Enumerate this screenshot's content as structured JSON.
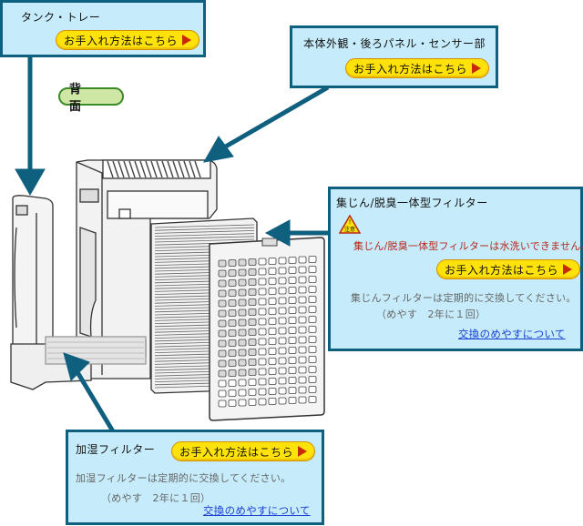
{
  "view_label": "背　面",
  "common": {
    "care_button_label": "お手入れ方法はこちら"
  },
  "panels": {
    "tank": {
      "title": "タンク・トレー",
      "button_label": "お手入れ方法はこちら"
    },
    "body": {
      "title": "本体外観・後ろパネル・センサー部",
      "button_label": "お手入れ方法はこちら"
    },
    "dust_filter": {
      "title": "集じん/脱臭一体型フィルター",
      "caution_icon_text": "注意",
      "warning": "集じん/脱臭一体型フィルターは水洗いできません。",
      "button_label": "お手入れ方法はこちら",
      "note": "集じんフィルターは定期的に交換してください。",
      "interval": "（めやす　2年に１回）",
      "link": "交換のめやすについて"
    },
    "humidify_filter": {
      "title": "加湿フィルター",
      "button_label": "お手入れ方法はこちら",
      "note": "加湿フィルターは定期的に交換してください。",
      "interval": "（めやす　2年に１回）",
      "link": "交換のめやすについて"
    }
  },
  "colors": {
    "panel_bg": "#c6ecfb",
    "panel_border": "#0f5f7e",
    "arrow": "#0f5f7e",
    "button_bg": "#ffe20a",
    "button_arrow": "#c62a0a",
    "warning_text": "#b8261a",
    "link_text": "#1a3fd6"
  }
}
